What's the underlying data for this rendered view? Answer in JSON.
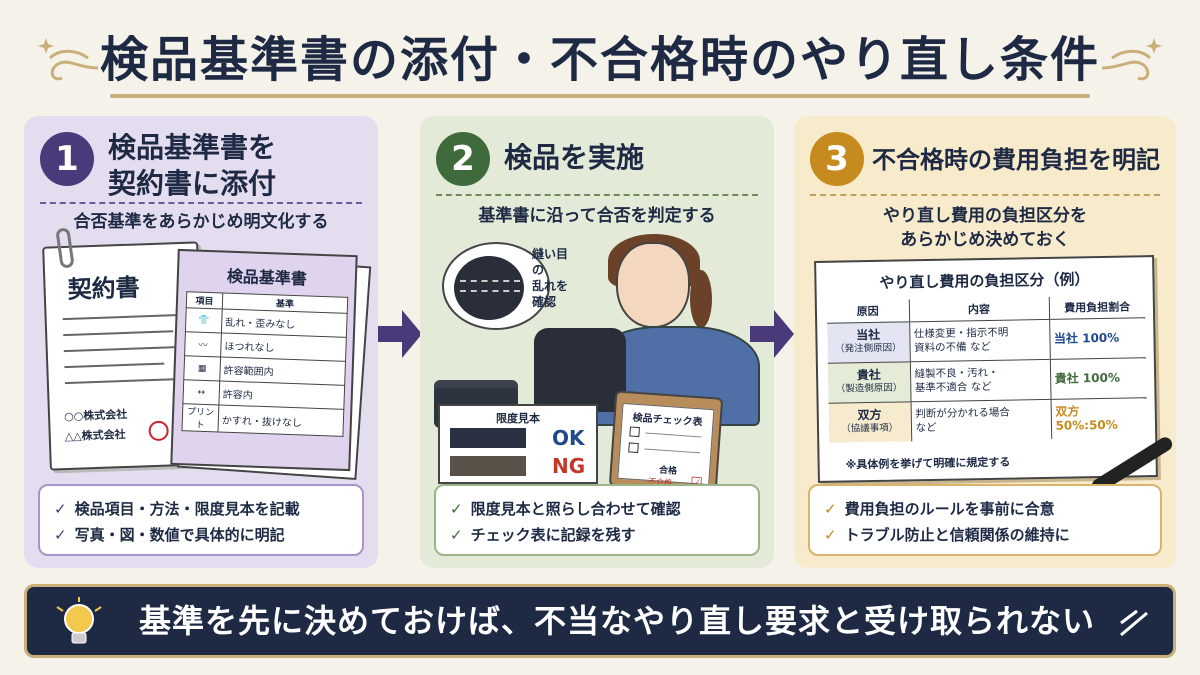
{
  "title": "検品基準書の添付・不合格時のやり直し条件",
  "panels": [
    {
      "number": "1",
      "title_line1": "検品基準書を",
      "title_line2": "契約書に添付",
      "subtitle": "合否基準をあらかじめ明文化する",
      "contract_title": "契約書",
      "company_a": "○○株式会社",
      "company_b": "△△株式会社",
      "standard_title": "検品基準書",
      "standard_headers": [
        "項目",
        "基準"
      ],
      "standard_rows": [
        {
          "item": "",
          "criterion": "乱れ・歪みなし"
        },
        {
          "item": "",
          "criterion": "ほつれなし"
        },
        {
          "item": "",
          "criterion": "許容範囲内"
        },
        {
          "item": "",
          "criterion": "許容内"
        },
        {
          "item": "プリント",
          "criterion": "かすれ・抜けなし"
        }
      ],
      "checks": [
        "検品項目・方法・限度見本を記載",
        "写真・図・数値で具体的に明記"
      ]
    },
    {
      "number": "2",
      "title_line1": "検品を実施",
      "subtitle": "基準書に沿って合否を判定する",
      "bubble_lines": [
        "縫い目の",
        "乱れを",
        "確認"
      ],
      "limit_card_title": "限度見本",
      "ok_label": "OK",
      "ng_label": "NG",
      "checklist_title": "検品チェック表",
      "pass_label": "合格",
      "fail_label": "不合格",
      "checks": [
        "限度見本と照らし合わせて確認",
        "チェック表に記録を残す"
      ]
    },
    {
      "number": "3",
      "title_line1": "不合格時の費用負担を明記",
      "subtitle_line1": "やり直し費用の負担区分を",
      "subtitle_line2": "あらかじめ決めておく",
      "table_title": "やり直し費用の負担区分（例）",
      "table_headers": [
        "原因",
        "内容",
        "費用負担割合"
      ],
      "table_rows": [
        {
          "cause": "当社",
          "cause_sub": "（発注側原因）",
          "detail1": "仕様変更・指示不明",
          "detail2": "資料の不備 など",
          "share": "当社 100%"
        },
        {
          "cause": "貴社",
          "cause_sub": "（製造側原因）",
          "detail1": "縫製不良・汚れ・",
          "detail2": "基準不適合 など",
          "share": "貴社 100%"
        },
        {
          "cause": "双方",
          "cause_sub": "（協議事項）",
          "detail1": "判断が分かれる場合",
          "detail2": "など",
          "share": "双方 50%:50%"
        }
      ],
      "table_note": "※具体例を挙げて明確に規定する",
      "checks": [
        "費用負担のルールを事前に合意",
        "トラブル防止と信頼関係の維持に"
      ]
    }
  ],
  "check_mark": "✓",
  "banner": "基準を先に決めておけば、不当なやり直し要求と受け取られない",
  "colors": {
    "navy": "#1e2a44",
    "purple": "#4a3a7a",
    "green": "#3f6b3c",
    "gold": "#c78a1e"
  },
  "icons": [
    "lightbulb-icon",
    "paperclip-icon",
    "pen-icon",
    "arrow-right-icon",
    "sparkle-icon"
  ]
}
